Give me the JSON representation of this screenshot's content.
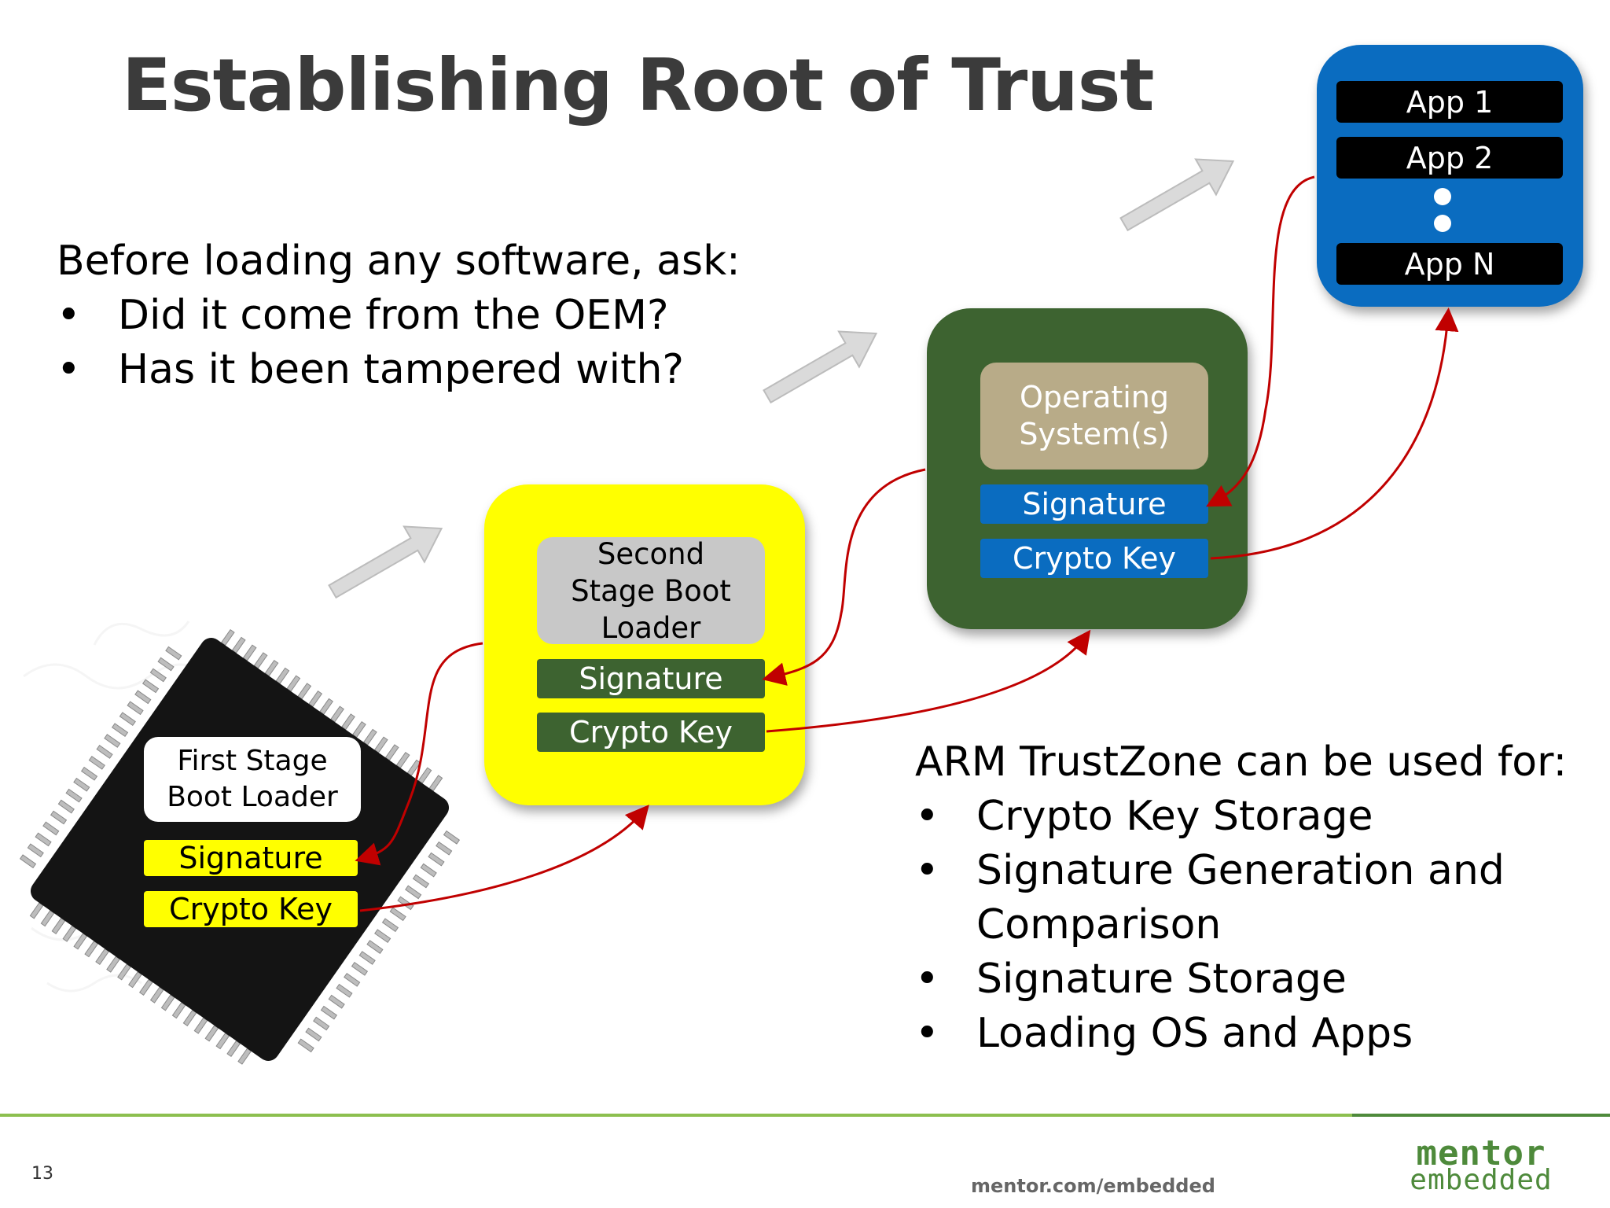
{
  "title": "Establishing Root of Trust",
  "intro": {
    "lead": "Before loading any software, ask:",
    "bullets": [
      "Did it come from the OEM?",
      "Has it been tampered with?"
    ]
  },
  "bullet_char": "•",
  "stages": {
    "first": {
      "name": "First Stage Boot Loader",
      "line1": "First Stage",
      "line2": "Boot Loader",
      "signature": "Signature",
      "crypto_key": "Crypto Key"
    },
    "second": {
      "line1": "Second",
      "line2": "Stage Boot",
      "line3": "Loader",
      "signature": "Signature",
      "crypto_key": "Crypto Key"
    },
    "os": {
      "line1": "Operating",
      "line2": "System(s)",
      "signature": "Signature",
      "crypto_key": "Crypto Key"
    },
    "apps": {
      "items": [
        "App 1",
        "App 2",
        "App N"
      ]
    }
  },
  "trustzone": {
    "lead": "ARM TrustZone can be used for:",
    "bullets": [
      "Crypto Key Storage",
      "Signature Generation and",
      "Comparison",
      "Signature Storage",
      "Loading OS and Apps"
    ]
  },
  "footer": {
    "page_number": "13",
    "url": "mentor.com/embedded",
    "logo_top": "mentor",
    "logo_bottom": "embedded"
  },
  "colors": {
    "yellow": "#ffff00",
    "dark_green": "#3d6330",
    "blue": "#0a6cc0",
    "gray_box": "#c8c8c8",
    "tan_box": "#b8ab88",
    "arrow_red": "#c00000",
    "gray_arrow": "#d8d8d8"
  }
}
